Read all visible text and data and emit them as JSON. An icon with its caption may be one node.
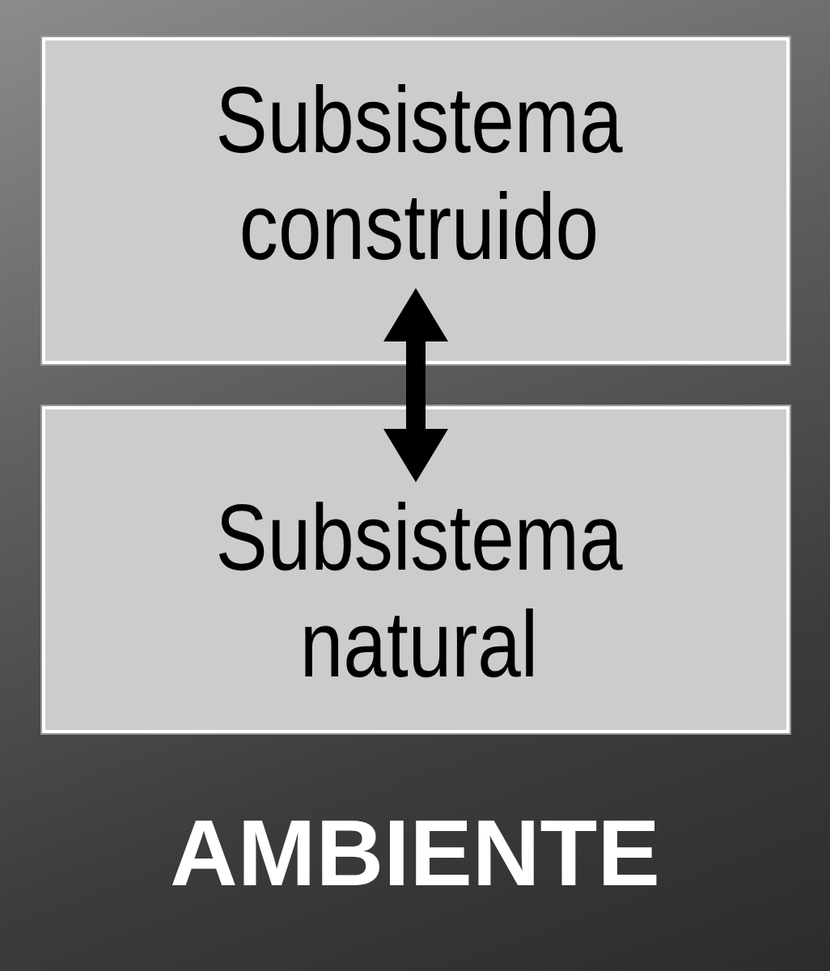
{
  "diagram": {
    "nodes": [
      {
        "text": [
          "AMBIENTE"
        ]
      },
      {
        "text": [
          "Subsistema construido"
        ],
        "in": 0
      },
      {
        "text": [
          "Subsistema natural"
        ],
        "in": 0
      }
    ],
    "edges": [
      {
        "from": 1,
        "to": 2,
        "arrow": "both"
      }
    ]
  }
}
